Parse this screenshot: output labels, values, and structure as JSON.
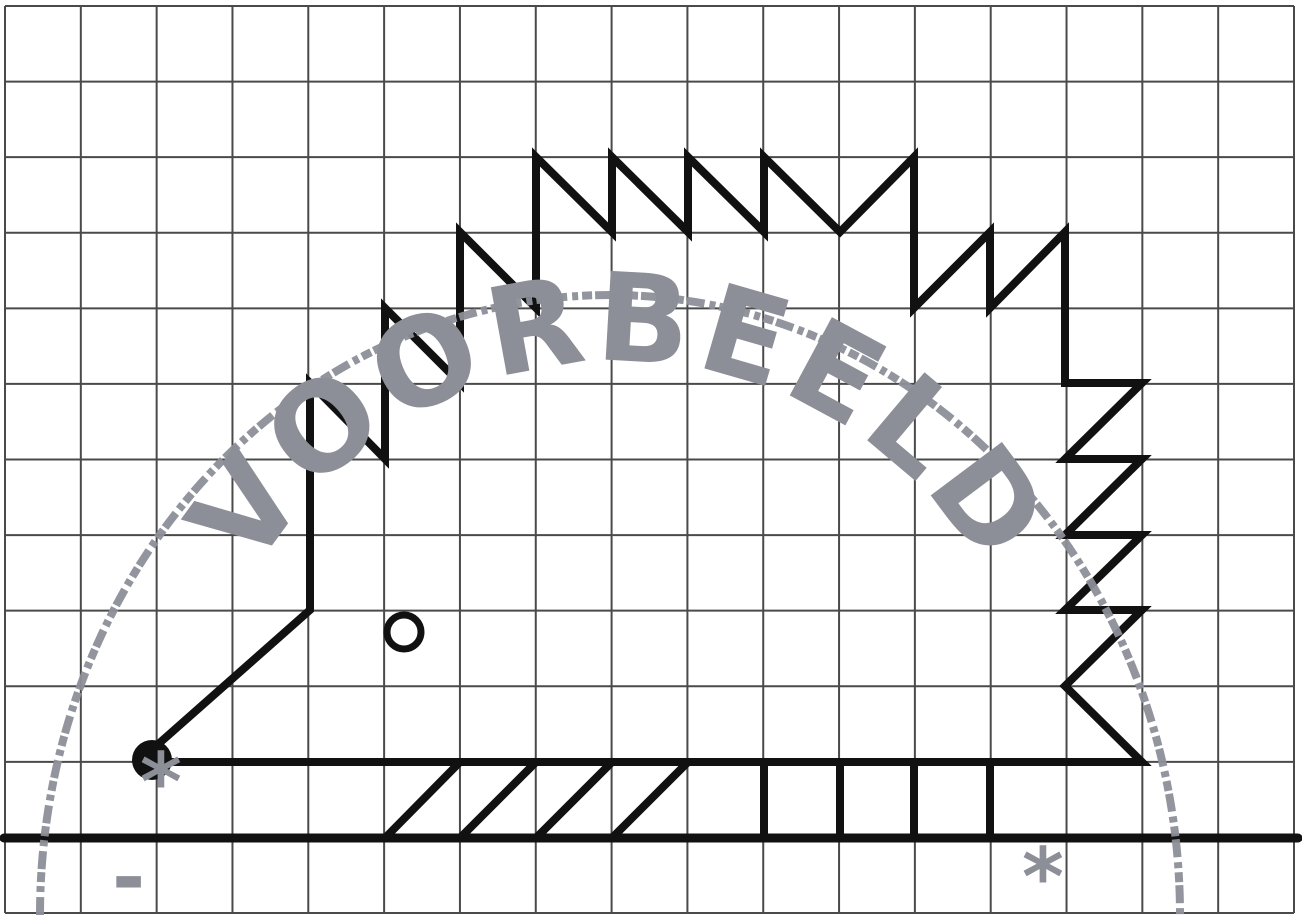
{
  "worksheet": {
    "grid": {
      "columns": 17,
      "rows": 12
    },
    "stamp": {
      "text": "VOORBEELD",
      "color": "#8c8f98",
      "marks": [
        "*",
        "-",
        "*"
      ]
    },
    "drawing_color": "#111111"
  }
}
